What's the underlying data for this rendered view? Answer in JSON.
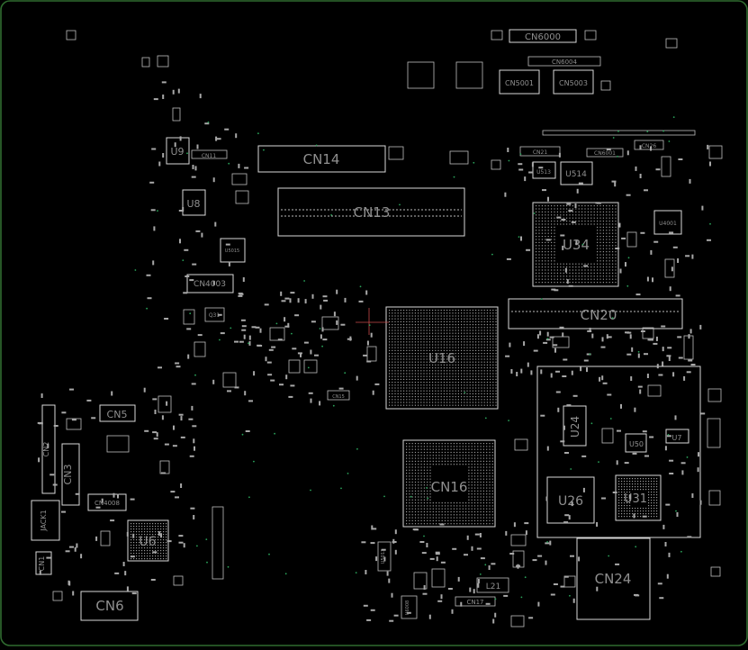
{
  "board": {
    "outline_color": "#2f6b2f",
    "background": "#000000"
  },
  "labels": {
    "cn14": "CN14",
    "cn13": "CN13",
    "cn20": "CN20",
    "cn16": "CN16",
    "cn24": "CN24",
    "cn5": "CN5",
    "cn6": "CN6",
    "cn3": "CN3",
    "cn1": "CN1",
    "cn2": "CN2",
    "cn6000": "CN6000",
    "cn6004": "CN6004",
    "cn5001": "CN5001",
    "cn5003": "CN5003",
    "cn4003": "CN4003",
    "cn4008": "CN4008",
    "cn6001": "CN6001",
    "cn17": "CN17",
    "cn15": "CN15",
    "cn21": "CN21",
    "cn26": "CN26",
    "cn11": "CN11",
    "u16": "U16",
    "u34": "U34",
    "u26": "U26",
    "u24": "U24",
    "u9": "U9",
    "u8": "U8",
    "u6": "U6",
    "u514": "U514",
    "u513": "U513",
    "u4001": "U4001",
    "u50": "U50",
    "u7": "U7",
    "u31": "U31",
    "jack1": "JACK1",
    "l21": "L21",
    "q31": "Q31",
    "u5015": "U5015",
    "u6008": "U6008",
    "u5013": "U5013"
  },
  "icons": {
    "crosshair": "crosshair-icon"
  }
}
